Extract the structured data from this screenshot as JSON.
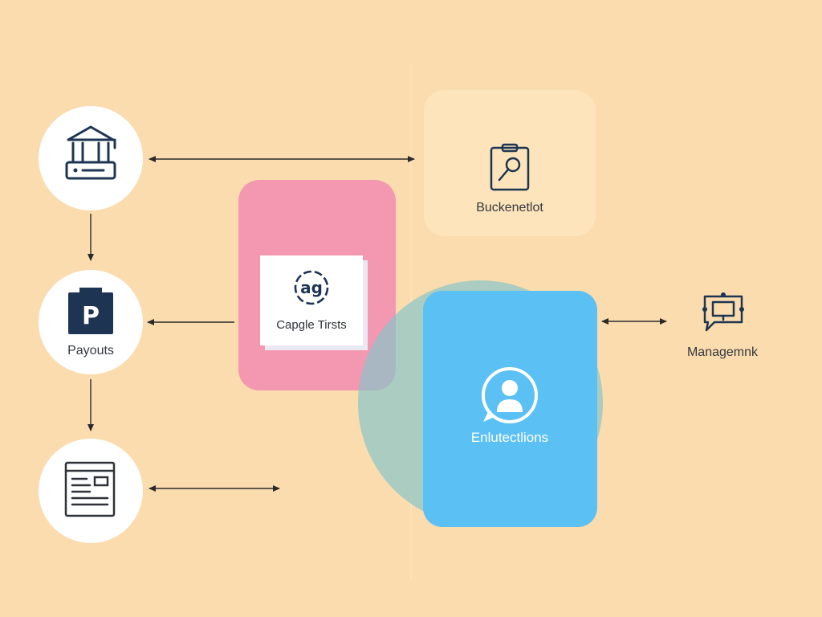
{
  "colors": {
    "background": "#fbdcae",
    "pink_panel": "#f497b0",
    "blue_panel": "#5bc0f4",
    "teal_circle": "#88c4c9",
    "tan_panel": "#fde5bd",
    "icon_dark": "#1d3552"
  },
  "nodes": [
    {
      "icon": "bank-icon",
      "label": ""
    },
    {
      "icon": "p-tag-icon",
      "label": "Payouts"
    },
    {
      "icon": "document-icon",
      "label": ""
    }
  ],
  "card": {
    "icon": "gear-link-icon",
    "label": "Capgle Tirsts"
  },
  "search_panel": {
    "icon": "clipboard-search-icon",
    "label": "Buckenetlot"
  },
  "user_panel": {
    "icon": "user-chat-icon",
    "label": "Enlutectlions"
  },
  "management": {
    "icon": "monitor-chat-icon",
    "label": "Managemnk"
  },
  "connectors": [
    {
      "from": "bank-node",
      "to": "search-panel",
      "style": "double-arrow"
    },
    {
      "from": "bank-node",
      "to": "payouts-node",
      "style": "arrow-down"
    },
    {
      "from": "card",
      "to": "payouts-node",
      "style": "arrow-left"
    },
    {
      "from": "payouts-node",
      "to": "document-node",
      "style": "arrow-down"
    },
    {
      "from": "document-node",
      "to": "center",
      "style": "double-arrow"
    },
    {
      "from": "user-panel",
      "to": "management",
      "style": "double-arrow"
    }
  ]
}
